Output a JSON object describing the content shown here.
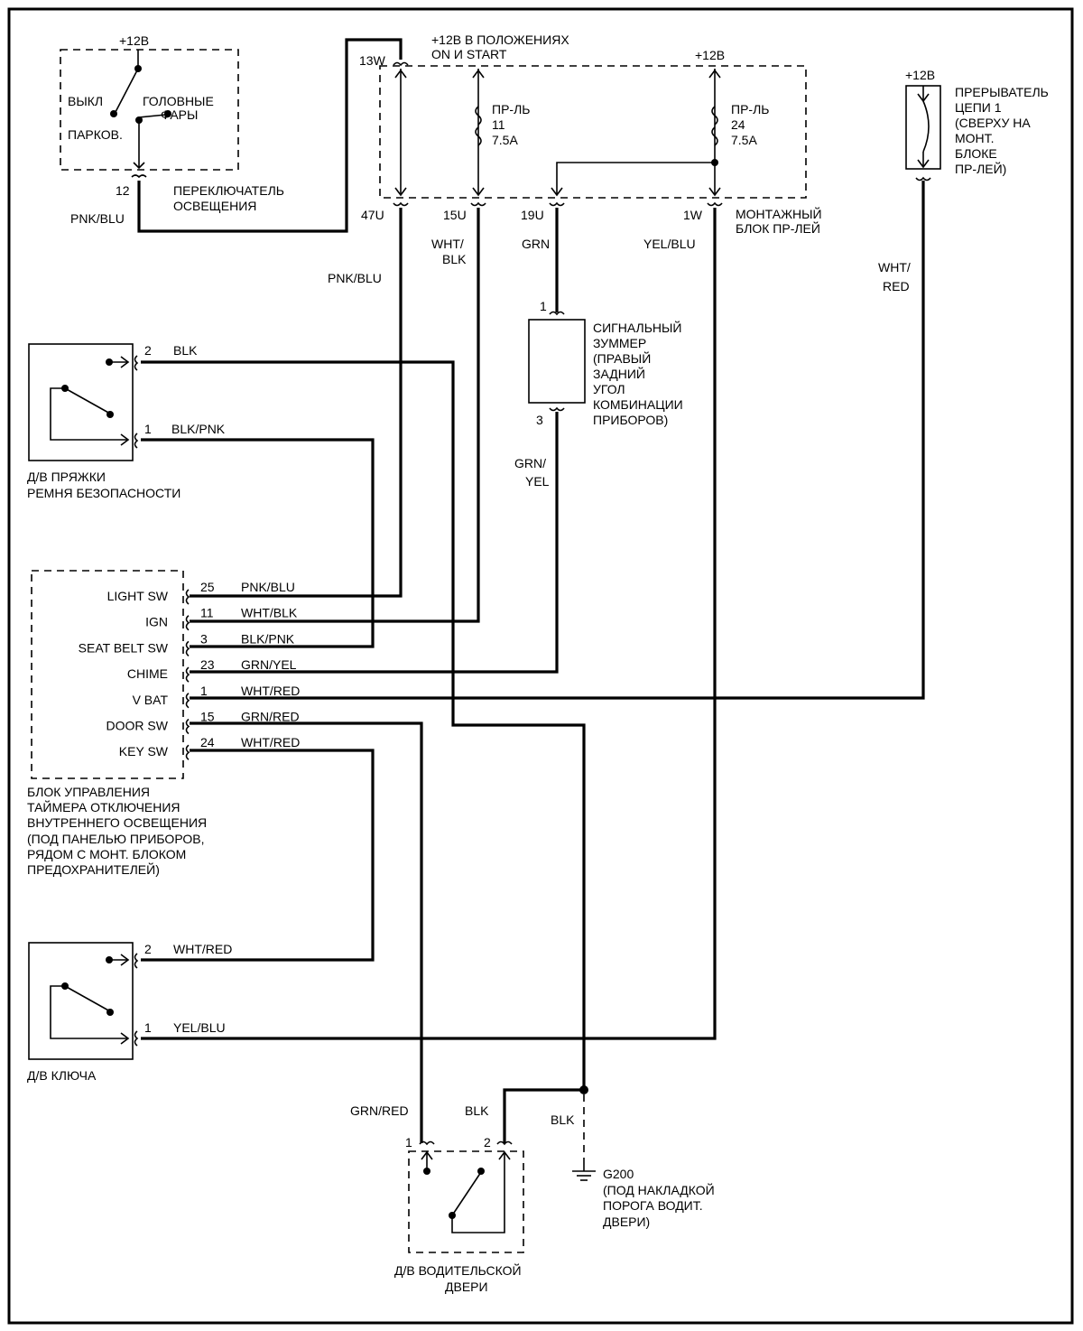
{
  "labels": {
    "v12_headlight": "+12В",
    "sw_off": "ВЫКЛ",
    "sw_head_1": "ГОЛОВНЫЕ",
    "sw_head_2": "ФАРЫ",
    "sw_park": "ПАРКОВ.",
    "pin_12": "12",
    "light_switch_1": "ПЕРЕКЛЮЧАТЕЛЬ",
    "light_switch_2": "ОСВЕЩЕНИЯ",
    "w_pnkblu_left": "PNK/BLU",
    "ign_1": "+12В В ПОЛОЖЕНИЯХ",
    "ign_2": "ON И START",
    "pin_13w": "13W",
    "fuse11_1": "ПР-ЛЬ",
    "fuse11_2": "11",
    "fuse11_3": "7.5A",
    "v12_fuse24": "+12В",
    "fuse24_1": "ПР-ЛЬ",
    "fuse24_2": "24",
    "fuse24_3": "7.5A",
    "pin_47u": "47U",
    "pin_15u": "15U",
    "pin_19u": "19U",
    "pin_1w": "1W",
    "relay_box_1": "МОНТАЖНЫЙ",
    "relay_box_2": "БЛОК ПР-ЛЕЙ",
    "w_whtblk_1": "WHT/",
    "w_whtblk_2": "BLK",
    "w_grn": "GRN",
    "w_yelblu_top": "YEL/BLU",
    "w_pnkblu_mid": "PNK/BLU",
    "v12_cb": "+12В",
    "cb_1": "ПРЕРЫВАТЕЛЬ",
    "cb_2": "ЦЕПИ 1",
    "cb_3": "(СВЕРХУ НА",
    "cb_4": "МОНТ.",
    "cb_5": "БЛОКЕ",
    "cb_6": "ПР-ЛЕЙ)",
    "w_whtred_1": "WHT/",
    "w_whtred_2": "RED",
    "buzzer_pin1": "1",
    "buzzer_pin3": "3",
    "buzzer_1": "СИГНАЛЬНЫЙ",
    "buzzer_2": "ЗУММЕР",
    "buzzer_3": "(ПРАВЫЙ",
    "buzzer_4": "ЗАДНИЙ",
    "buzzer_5": "УГОЛ",
    "buzzer_6": "КОМБИНАЦИИ",
    "buzzer_7": "ПРИБОРОВ)",
    "w_grnyel_1": "GRN/",
    "w_grnyel_2": "YEL",
    "buckle_pin2": "2",
    "buckle_w2": "BLK",
    "buckle_pin1": "1",
    "buckle_w1": "BLK/PNK",
    "buckle_1": "Д/В ПРЯЖКИ",
    "buckle_2": "РЕМНЯ БЕЗОПАСНОСТИ",
    "timer_1": "БЛОК УПРАВЛЕНИЯ",
    "timer_2": "ТАЙМЕРА ОТКЛЮЧЕНИЯ",
    "timer_3": "ВНУТРЕННЕГО ОСВЕЩЕНИЯ",
    "timer_4": "(ПОД ПАНЕЛЬЮ ПРИБОРОВ,",
    "timer_5": "РЯДОМ С МОНТ. БЛОКОМ",
    "timer_6": "ПРЕДОХРАНИТЕЛЕЙ)",
    "key_pin2": "2",
    "key_w2": "WHT/RED",
    "key_pin1": "1",
    "key_w1": "YEL/BLU",
    "key_1": "Д/В КЛЮЧА",
    "w_grnred_bot": "GRN/RED",
    "w_blk_bot": "BLK",
    "w_blk_gnd": "BLK",
    "door_pin1": "1",
    "door_pin2": "2",
    "door_1": "Д/В ВОДИТЕЛЬСКОЙ",
    "door_2": "ДВЕРИ",
    "g200_1": "G200",
    "g200_2": "(ПОД НАКЛАДКОЙ",
    "g200_3": "ПОРОГА ВОДИТ.",
    "g200_4": "ДВЕРИ)"
  },
  "timer_pins": [
    {
      "name": "LIGHT SW",
      "pin": "25",
      "wire": "PNK/BLU"
    },
    {
      "name": "IGN",
      "pin": "11",
      "wire": "WHT/BLK"
    },
    {
      "name": "SEAT BELT SW",
      "pin": "3",
      "wire": "BLK/PNK"
    },
    {
      "name": "CHIME",
      "pin": "23",
      "wire": "GRN/YEL"
    },
    {
      "name": "V BAT",
      "pin": "1",
      "wire": "WHT/RED"
    },
    {
      "name": "DOOR SW",
      "pin": "15",
      "wire": "GRN/RED"
    },
    {
      "name": "KEY SW",
      "pin": "24",
      "wire": "WHT/RED"
    }
  ]
}
